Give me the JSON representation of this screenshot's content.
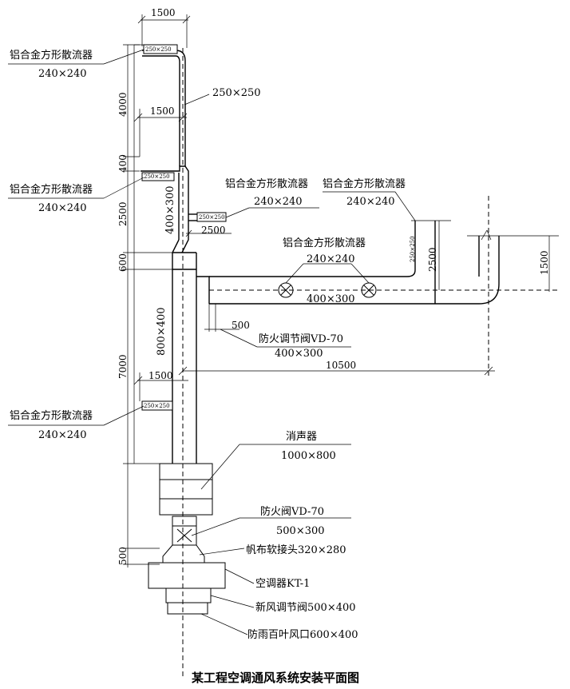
{
  "caption": "某工程空调通风系统安装平面图",
  "diffusers": [
    {
      "name": "铝合金方形散流器",
      "size": "240×240",
      "neck": "250×250"
    },
    {
      "name": "铝合金方形散流器",
      "size": "240×240",
      "neck": "250×250"
    },
    {
      "name": "铝合金方形散流器",
      "size": "240×240"
    },
    {
      "name": "铝合金方形散流器",
      "size": "240×240"
    },
    {
      "name": "铝合金方形散流器",
      "size": "240×240"
    },
    {
      "name": "铝合金方形散流器",
      "size": "240×240",
      "neck": "250×250"
    }
  ],
  "ducts": {
    "top_branch": "250×250",
    "riser_upper": "400×300",
    "riser_main": "800×400",
    "horizontal": "400×300",
    "right_neck": "250×250",
    "mid_neck": "250×250"
  },
  "components": {
    "silencer_name": "消声器",
    "silencer_size": "1000×800",
    "fire_damper_name": "防火阀VD-70",
    "fire_damper_size": "500×300",
    "canvas_joint": "帆布软接头320×280",
    "ahu": "空调器KT-1",
    "fresh_air_damper": "新风调节阀500×400",
    "louver": "防雨百叶风口600×400",
    "fire_reg_damper_name": "防火调节阀VD-70",
    "fire_reg_damper_size": "400×300"
  },
  "dimensions": {
    "top_width": "1500",
    "top_height": "4000",
    "width_mid": "1500",
    "gap_400": "400",
    "height_2500": "2500",
    "height_600": "600",
    "height_7000": "7000",
    "width_low": "1500",
    "height_500": "500",
    "run_2500": "2500",
    "offset_500": "500",
    "right_drop": "2500",
    "right_1500": "1500",
    "span_10500": "10500"
  }
}
